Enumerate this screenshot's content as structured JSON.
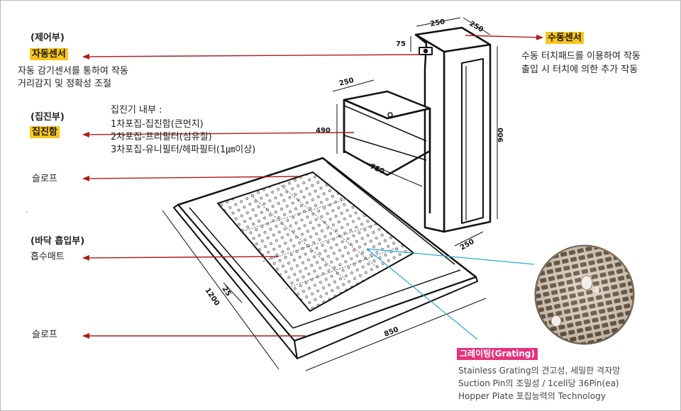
{
  "control": {
    "heading": "(제어부)",
    "badge": "자동센서",
    "desc_line1": "자동 감기센서를 통하여 작동",
    "desc_line2": "거리감지 및 정확성 조절"
  },
  "manual_sensor": {
    "badge": "수동센서",
    "desc_line1": "수동 터치패드를 이용하여 작동",
    "desc_line2": "출입 시 터치에 의한 추가 작동"
  },
  "dust": {
    "heading": "(집진부)",
    "badge": "집진함",
    "inside_title": "집진기 내부 :",
    "item1": "1차포집-집진함(큰먼지)",
    "item2": "2차포집-프리필터(섬유질)",
    "item3": "3차포집-유니필터/헤파필터(1㎛이상)"
  },
  "slope_top": "슬로프",
  "floor": {
    "heading": "(바닥  흡입부)",
    "mat": "흡수매트"
  },
  "slope_bottom": "슬로프",
  "grating": {
    "badge": "그레이팅(Grating)",
    "line1": "Stainless Grating의 견고성, 세밀한 격자망",
    "line2": "Suction Pin의 조밀성 / 1cell당 36Pin(ea)",
    "line3": "Hopper Plate 포집능력의 Technology"
  },
  "dimensions": {
    "top_a": "250",
    "top_b": "250",
    "sensor_h": "75",
    "box_w": "250",
    "box_h": "490",
    "box_d": "750",
    "column_h": "900",
    "column_d": "250",
    "base_l": "1200",
    "base_w": "850",
    "slope_w": "25"
  },
  "colors": {
    "arrow": "#b01a1a",
    "callout": "#2aa8d8",
    "highlight": "#f7c51c",
    "grating_badge": "#e6337e"
  }
}
